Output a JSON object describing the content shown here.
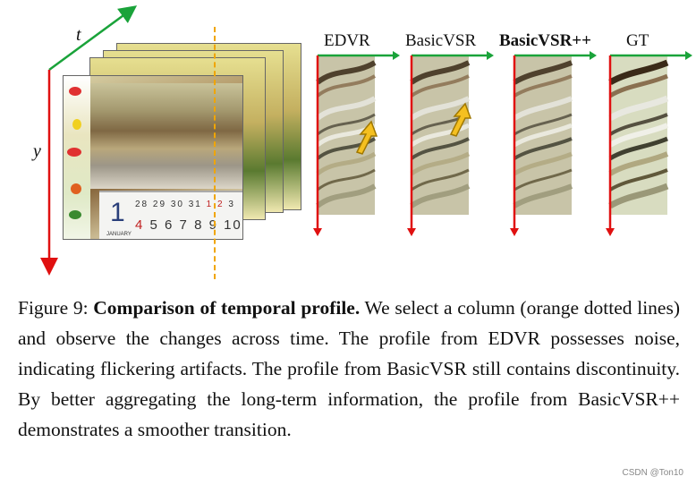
{
  "figure": {
    "axis_labels": {
      "t": "t",
      "y": "y"
    },
    "calendar": {
      "big_digit": "1",
      "month": "JANUARY",
      "day_numbers_top": [
        "28",
        "29",
        "30",
        "31",
        "1",
        "2",
        "3"
      ],
      "day_numbers_bottom": [
        "4",
        "5",
        "6",
        "7",
        "8",
        "9",
        "10"
      ]
    },
    "methods": [
      {
        "label": "EDVR",
        "bold": false,
        "has_arrow": true
      },
      {
        "label": "BasicVSR",
        "bold": false,
        "has_arrow": true
      },
      {
        "label": "BasicVSR++",
        "bold": true,
        "has_arrow": false
      },
      {
        "label": "GT",
        "bold": false,
        "has_arrow": false
      }
    ],
    "colors": {
      "axis_green": "#1aa33a",
      "axis_red": "#e01010",
      "dotted_line": "#f0a500",
      "arrow": "#f5c020"
    }
  },
  "caption": {
    "prefix": "Figure 9: ",
    "title": "Comparison of temporal profile.",
    "body": " We select a column (orange dotted lines) and observe the changes across time. The profile from EDVR possesses noise, indicating flickering artifacts. The profile from BasicVSR still contains discontinuity. By better aggregating the long-term information, the profile from BasicVSR++ demonstrates a smoother transition."
  },
  "watermark": "CSDN @Ton10"
}
